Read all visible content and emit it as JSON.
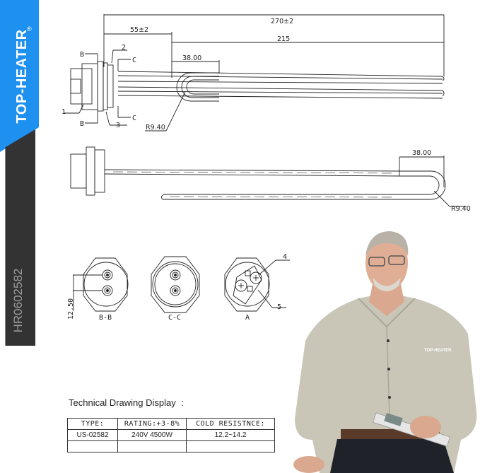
{
  "brand": {
    "name": "TOP-HEATER",
    "registered_mark": "®",
    "product_code": "HR0602582",
    "colors": {
      "banner_blue": "#1e90f0",
      "banner_dark": "#333333",
      "code_text": "#9a9a9a"
    }
  },
  "drawing": {
    "top_view": {
      "dim_overall": "270±2",
      "dim_flange": "55±2",
      "dim_element": "215",
      "dim_bend_width": "38.00",
      "bend_radius": "R9.40",
      "part_labels": [
        "1",
        "2",
        "3"
      ],
      "section_labels": [
        "B",
        "B",
        "C",
        "C"
      ]
    },
    "side_view": {
      "dim_bend_width": "38.00",
      "bend_radius": "R9.40"
    },
    "sections": [
      {
        "label": "B-B",
        "dim": "12.50"
      },
      {
        "label": "C-C"
      },
      {
        "label": "A",
        "part_labels": [
          "4",
          "5"
        ]
      }
    ]
  },
  "caption": "Technical Drawing Display  :",
  "spec_table": {
    "headers": [
      "TYPE:",
      "RATING:+3-8%",
      "COLD RESISTNCE:"
    ],
    "rows": [
      [
        "US-02582",
        "240V 4500W",
        "12.2~14.2"
      ],
      [
        "",
        "",
        ""
      ]
    ]
  },
  "photo": {
    "subject": "presenter holding digital caliper",
    "shirt_logo": "TOP-HEATER"
  }
}
